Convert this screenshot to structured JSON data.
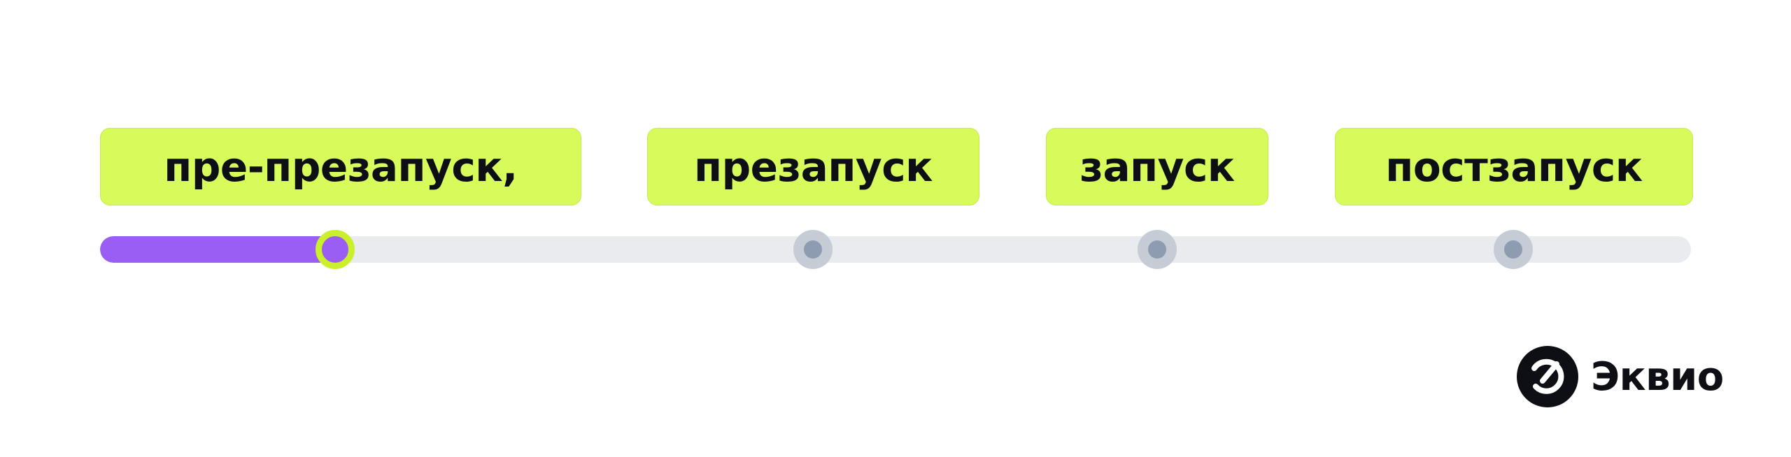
{
  "stages": [
    {
      "label": "пре-презапуск,"
    },
    {
      "label": "презапуск"
    },
    {
      "label": "запуск"
    },
    {
      "label": "постзапуск"
    }
  ],
  "progress": {
    "current_stage_index": 0
  },
  "colors": {
    "label_background": "#d8fb5c",
    "progress_fill": "#9b5ef4",
    "track": "#e9ebee",
    "active_ring": "#c9f02a",
    "inactive_marker": "#c5ccd6",
    "inactive_dot": "#8d9cb0",
    "text": "#0d0f14"
  },
  "brand": {
    "name": "Эквио",
    "icon": "ekvio-logo-icon"
  }
}
